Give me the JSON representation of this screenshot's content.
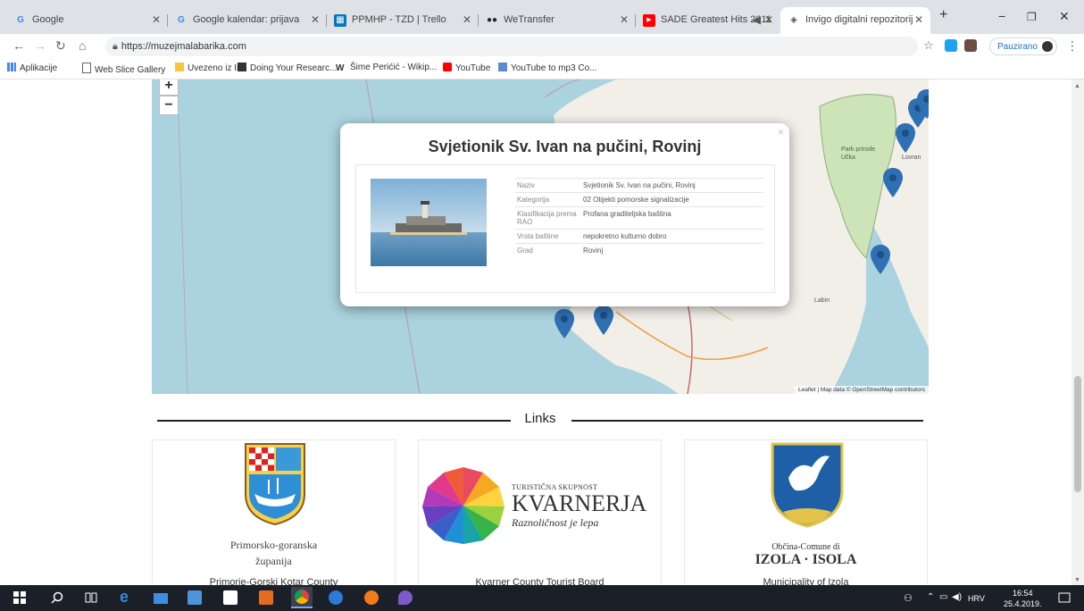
{
  "browser": {
    "tabs": [
      {
        "title": "Google",
        "icon": "google-icon",
        "color": "#4285f4"
      },
      {
        "title": "Google kalendar: prijava",
        "icon": "google-icon",
        "color": "#4285f4"
      },
      {
        "title": "PPMHP - TZD | Trello",
        "icon": "trello-icon",
        "color": "#0079bf"
      },
      {
        "title": "WeTransfer",
        "icon": "wetransfer-icon",
        "color": "#222222"
      },
      {
        "title": "SADE Greatest Hits 2011",
        "icon": "youtube-icon",
        "color": "#ff0000"
      },
      {
        "title": "Invigo digitalni repozitorij",
        "icon": "repo-icon",
        "color": "#555555"
      }
    ],
    "url": "https://muzejmalabarika.com",
    "profile_label": "Pauzirano",
    "bookmarks": [
      {
        "label": "Aplikacije",
        "icon": "apps-icon"
      },
      {
        "label": "Web Slice Gallery",
        "icon": "page-icon"
      },
      {
        "label": "Uvezeno iz IE",
        "icon": "folder-icon"
      },
      {
        "label": "Doing Your Researc...",
        "icon": "doc-icon"
      },
      {
        "label": "Šime Perićić - Wikip...",
        "icon": "wikipedia-icon"
      },
      {
        "label": "YouTube",
        "icon": "youtube-icon"
      },
      {
        "label": "YouTube to mp3 Co...",
        "icon": "converter-icon"
      }
    ]
  },
  "map": {
    "zoom_in": "+",
    "zoom_out": "−",
    "attribution": "Leaflet | Map data © OpenStreetMap contributors",
    "place_labels": [
      "Park prirode Učka",
      "Labin",
      "Lovran"
    ],
    "popup": {
      "title": "Svjetionik Sv. Ivan na pučini, Rovinj",
      "close": "×",
      "rows": [
        {
          "key": "Naziv",
          "value": "Svjetionik Sv. Ivan na pučini, Rovinj"
        },
        {
          "key": "Kategorija",
          "value": "02 Objekti pomorske signalizacije"
        },
        {
          "key": "Klasifikacija prema RAO",
          "value": "Profana graditeljska baština"
        },
        {
          "key": "Vrsta baštine",
          "value": "nepokretno kulturno dobro"
        },
        {
          "key": "Grad",
          "value": "Rovinj"
        }
      ]
    }
  },
  "links": {
    "heading": "Links",
    "cards": [
      {
        "logo_line1": "Primorsko-goranska",
        "logo_line2": "županija",
        "caption": "Primorje-Gorski Kotar County"
      },
      {
        "logo_small": "TURISTIČNA SKUPNOST",
        "logo_big": "KVARNERJA",
        "logo_tag": "Raznoličnost je lepa",
        "caption": "Kvarner County Tourist Board"
      },
      {
        "logo_line1": "Občina-Comune di",
        "logo_big": "IZOLA · ISOLA",
        "caption": "Municipality of Izola"
      }
    ]
  },
  "taskbar": {
    "language": "HRV",
    "time": "16:54",
    "date": "25.4.2019."
  }
}
